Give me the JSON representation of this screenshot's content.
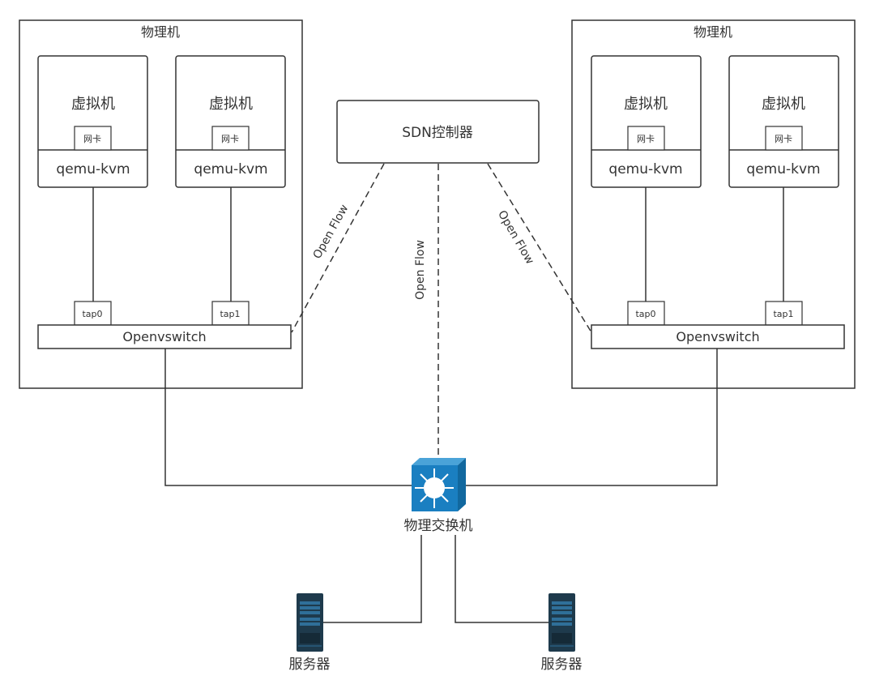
{
  "physical_hosts": [
    {
      "title": "物理机",
      "vms": [
        {
          "label": "虚拟机",
          "nic": "网卡",
          "hypervisor": "qemu-kvm",
          "tap": "tap0"
        },
        {
          "label": "虚拟机",
          "nic": "网卡",
          "hypervisor": "qemu-kvm",
          "tap": "tap1"
        }
      ],
      "vswitch": "Openvswitch"
    },
    {
      "title": "物理机",
      "vms": [
        {
          "label": "虚拟机",
          "nic": "网卡",
          "hypervisor": "qemu-kvm",
          "tap": "tap0"
        },
        {
          "label": "虚拟机",
          "nic": "网卡",
          "hypervisor": "qemu-kvm",
          "tap": "tap1"
        }
      ],
      "vswitch": "Openvswitch"
    }
  ],
  "controller": {
    "label": "SDN控制器"
  },
  "openflow_links": [
    "Open Flow",
    "Open Flow",
    "Open Flow"
  ],
  "physical_switch": {
    "label": "物理交换机",
    "icon": "layer3-switch-icon",
    "color": "#1a7fc1"
  },
  "servers": [
    {
      "label": "服务器",
      "icon": "server-tower-icon"
    },
    {
      "label": "服务器",
      "icon": "server-tower-icon"
    }
  ],
  "colors": {
    "line": "#333333",
    "server": "#1e3a4c",
    "server_panel": "#2f6f99"
  }
}
